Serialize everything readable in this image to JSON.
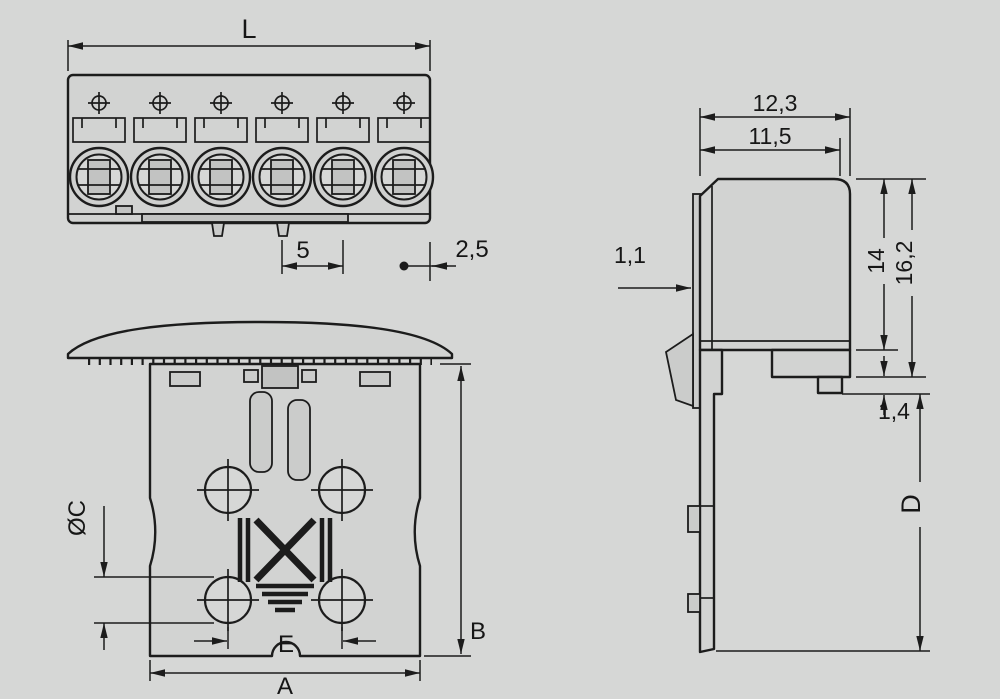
{
  "meta": {
    "drawing_type": "connector-dimension-drawing",
    "background_color": "#d6d7d6",
    "line_color": "#1c1c1c",
    "poles": 6
  },
  "front_view": {
    "dim_L": "L",
    "dim_pitch": "5",
    "dim_edge": "2,5"
  },
  "bottom_view": {
    "dim_hole_dia": "ØC",
    "dim_e": "E",
    "dim_a": "A",
    "dim_b": "B"
  },
  "side_view": {
    "dim_total_width": "12,3",
    "dim_body_width": "11,5",
    "dim_wall": "1,1",
    "dim_total_height": "16,2",
    "dim_body_height": "14",
    "dim_pin_step": "1,4",
    "dim_depth": "D"
  }
}
